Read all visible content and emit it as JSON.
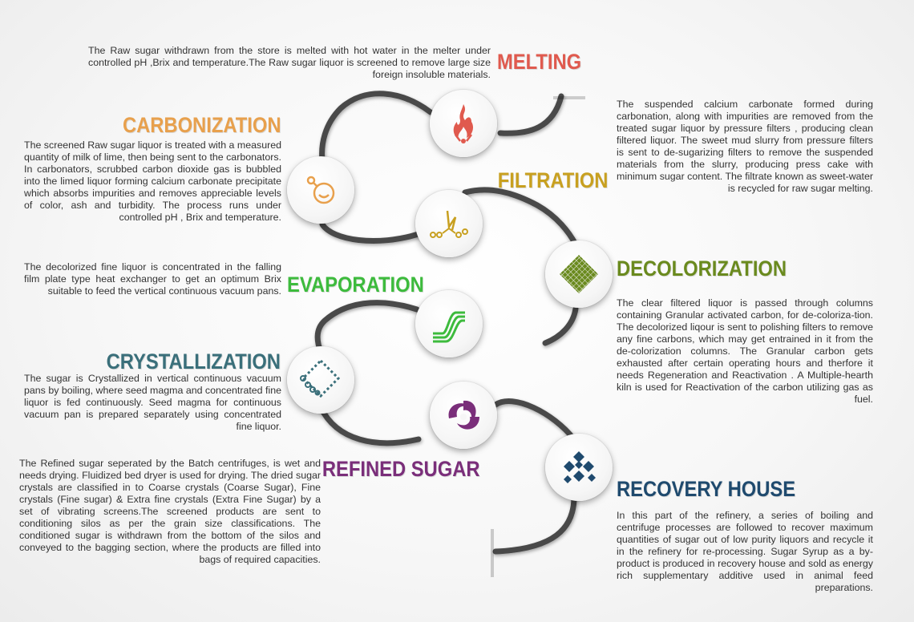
{
  "colors": {
    "path": "#4a4a4a",
    "melting": "#e05a4e",
    "carbonization": "#e8a04c",
    "filtration": "#c8a020",
    "decolorization": "#6a8a1e",
    "evaporation": "#3dbb3d",
    "crystallization": "#3a6f7a",
    "refined_sugar": "#7a2e7a",
    "recovery_house": "#1f4a6e"
  },
  "stages": {
    "melting": {
      "title": "MELTING",
      "icon": "flame-icon",
      "text": "The Raw sugar withdrawn from the store is melted with hot water in the melter under controlled pH ,Brix and temperature.The Raw sugar liquor is screened to remove large size foreign insoluble materials."
    },
    "carbonization": {
      "title": "CARBONIZATION",
      "icon": "flask-icon",
      "text": "The screened Raw sugar liquor is treated with a measured quantity of milk of lime, then being sent to the carbonators. In carbonators, scrubbed carbon dioxide gas is bubbled into the limed liquor forming calcium carbonate precipitate which absorbs impurities and removes appreciable levels of color, ash and turbidity. The process runs under controlled pH , Brix and temperature."
    },
    "filtration": {
      "title": "FILTRATION",
      "icon": "filter-icon",
      "text": "The suspended calcium carbonate formed during carbonation, along with impurities are removed from the treated sugar liquor by pressure filters , producing clean filtered liquor. The sweet mud slurry from pressure filters is sent to de-sugarizing filters to remove the suspended materials from the slurry, producing press cake with minimum sugar content. The filtrate known as sweet-water is recycled for raw sugar melting."
    },
    "decolorization": {
      "title": "DECOLORIZATION",
      "icon": "carbon-grid-icon",
      "text": "The clear filtered liquor is passed through columns containing Granular activated carbon, for de-coloriza-tion. The decolorized liqour is sent to polishing filters to remove any fine carbons, which may get entrained in it from the de-colorization columns. The Granular carbon gets exhausted after certain operating  hours and  therfore it needs  Regeneration and Reactivation . A Multiple-hearth kiln is used for Reactivation of the carbon utilizing gas as fuel."
    },
    "evaporation": {
      "title": "EVAPORATION",
      "icon": "evaporation-icon",
      "text": "The decolorized fine liquor is concentrated in the falling film plate type heat exchanger to get an optimum Brix suitable to feed the vertical continuous vacuum pans."
    },
    "crystallization": {
      "title": "CRYSTALLIZATION",
      "icon": "crystal-icon",
      "text": "The sugar is Crystallized in vertical continuous vacuum pans by boiling, where seed magma and concentrated fine liquor is fed continuously. Seed magma for continuous vacuum pan is prepared separately using concentrated fine liquor."
    },
    "refined_sugar": {
      "title": "REFINED SUGAR",
      "icon": "swirl-icon",
      "text": "The Refined sugar seperated by the Batch centrifuges, is wet and needs drying. Fluidized bed dryer is used for drying. The dried sugar crystals are classified in to Coarse crystals (Coarse Sugar), Fine crystals (Fine sugar) & Extra fine crystals (Extra Fine Sugar) by a set of vibrating screens.The screened products are sent to conditioning silos as per the grain size classifications. The conditioned sugar is withdrawn from the bottom of the silos and conveyed to the bagging section, where the products are filled into bags of required capacities."
    },
    "recovery_house": {
      "title": "RECOVERY HOUSE",
      "icon": "diamond-cluster-icon",
      "text": "In this part of the refinery, a series of boiling and centrifuge processes are followed to recover maximum quantities  of sugar out of low purity liquors and recycle it in the refinery for re-processing. Sugar Syrup as a by-product is produced in recovery house and sold as energy rich supplementary additive used in animal feed preparations."
    }
  }
}
